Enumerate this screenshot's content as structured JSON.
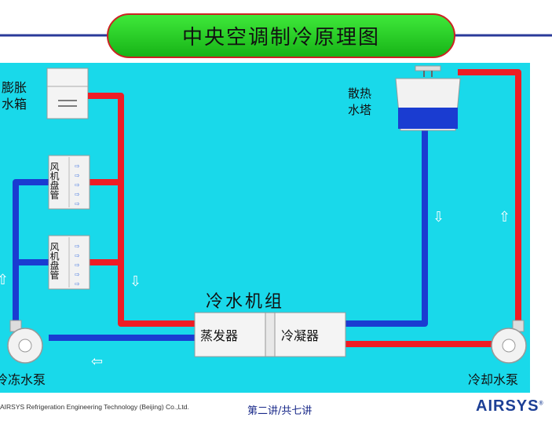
{
  "slide": {
    "title": "中央空调制冷原理图",
    "page_label": "第二讲/共七讲",
    "company": "AIRSYS Refrigeration Engineering Technology (Beijing) Co.,Ltd.",
    "logo": "AIRSYS",
    "logo_mark": "®"
  },
  "diagram": {
    "expansion_tank": [
      "膨胀",
      "水箱"
    ],
    "fan_coil_1": "风机盘管",
    "fan_coil_2": "风机盘管",
    "cooling_tower": [
      "散热",
      "水塔"
    ],
    "chiller_unit": "冷水机组",
    "evaporator": "蒸发器",
    "condenser": "冷凝器",
    "chilled_pump": "冷冻水泵",
    "cooling_pump": "冷却水泵"
  },
  "colors": {
    "background_panel": "#19d9ea",
    "supply_pipe": "#ee1c24",
    "return_pipe": "#1a3cd1",
    "title_fill": "#2bd62b",
    "logo": "#1c3f95"
  }
}
